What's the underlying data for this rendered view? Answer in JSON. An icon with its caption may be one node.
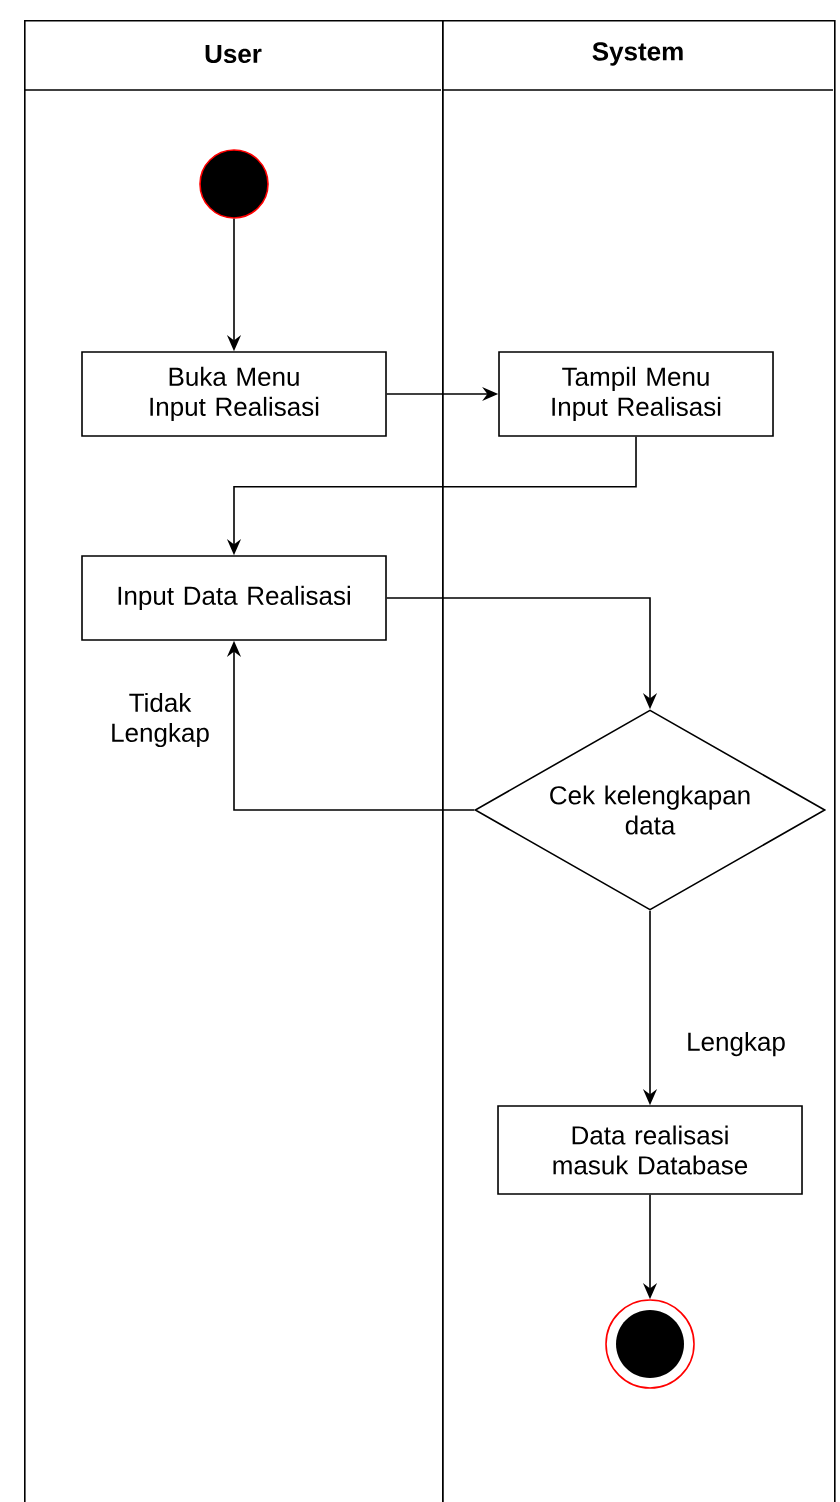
{
  "diagram": {
    "nodes": [
      {
        "text": [
          "User"
        ]
      },
      {
        "text": [
          "System"
        ]
      },
      {
        "text": [],
        "shape": "circle",
        "in": 0
      },
      {
        "text": [
          "Buka Menu Input Realisasi"
        ],
        "in": 0
      },
      {
        "text": [
          "Tampil Menu Input Realisasi"
        ],
        "in": 1
      },
      {
        "text": [
          "Input Data Realisasi"
        ],
        "in": 0
      },
      {
        "text": [
          "Cek kelengkapan data"
        ],
        "in": 1
      },
      {
        "text": [
          "Data realisasi masuk Database"
        ],
        "in": 1
      },
      {
        "text": [],
        "shape": "circle",
        "in": 1
      }
    ],
    "edges": [
      {
        "from": 2,
        "to": 3,
        "arrow": "to"
      },
      {
        "from": 3,
        "to": 4,
        "arrow": "to"
      },
      {
        "from": 4,
        "to": 5,
        "arrow": "to"
      },
      {
        "from": 5,
        "to": 6,
        "arrow": "to"
      },
      {
        "from": 6,
        "to": 5,
        "arrow": "to",
        "label": "Tidak Lengkap"
      },
      {
        "from": 6,
        "to": 7,
        "arrow": "to",
        "label": "Lengkap"
      },
      {
        "from": 7,
        "to": 8,
        "arrow": "to"
      }
    ]
  }
}
